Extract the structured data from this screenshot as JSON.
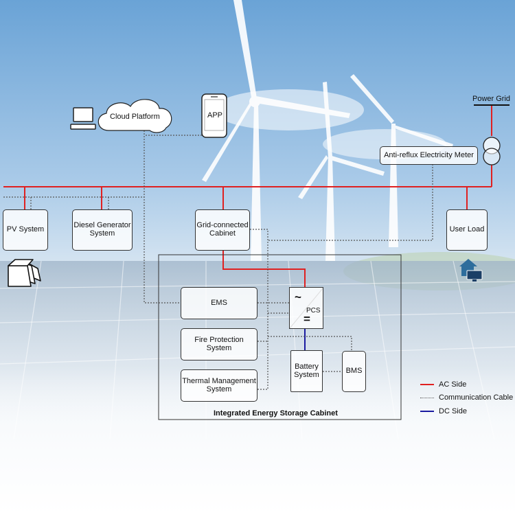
{
  "labels": {
    "cloud_platform": "Cloud Platform",
    "app": "APP",
    "power_grid": "Power Grid",
    "meter": "Anti-reflux Electricity Meter",
    "pv_system": "PV System",
    "diesel_line1": "Diesel Generator",
    "diesel_line2": "System",
    "grid_cab_line1": "Grid-connected",
    "grid_cab_line2": "Cabinet",
    "user_load": "User Load",
    "ems": "EMS",
    "fire_line1": "Fire Protection",
    "fire_line2": "System",
    "thermal_line1": "Thermal Management",
    "thermal_line2": "System",
    "pcs": "PCS",
    "pcs_ac_symbol": "~",
    "pcs_dc_symbol": "=",
    "battery_line1": "Battery",
    "battery_line2": "System",
    "bms": "BMS",
    "cabinet_title": "Integrated Energy Storage Cabinet"
  },
  "legend": [
    {
      "label": "AC Side",
      "color": "#e02020",
      "style": "solid"
    },
    {
      "label": "Communication Cable",
      "color": "#555555",
      "style": "dotted"
    },
    {
      "label": "DC Side",
      "color": "#1a1aa0",
      "style": "solid"
    }
  ],
  "icons": [
    "computer-icon",
    "smartphone-icon",
    "transformer-icon",
    "solar-panel-icon",
    "house-computer-icon"
  ],
  "colors": {
    "ac": "#e02020",
    "comm": "#555555",
    "dc": "#1a1aa0"
  }
}
